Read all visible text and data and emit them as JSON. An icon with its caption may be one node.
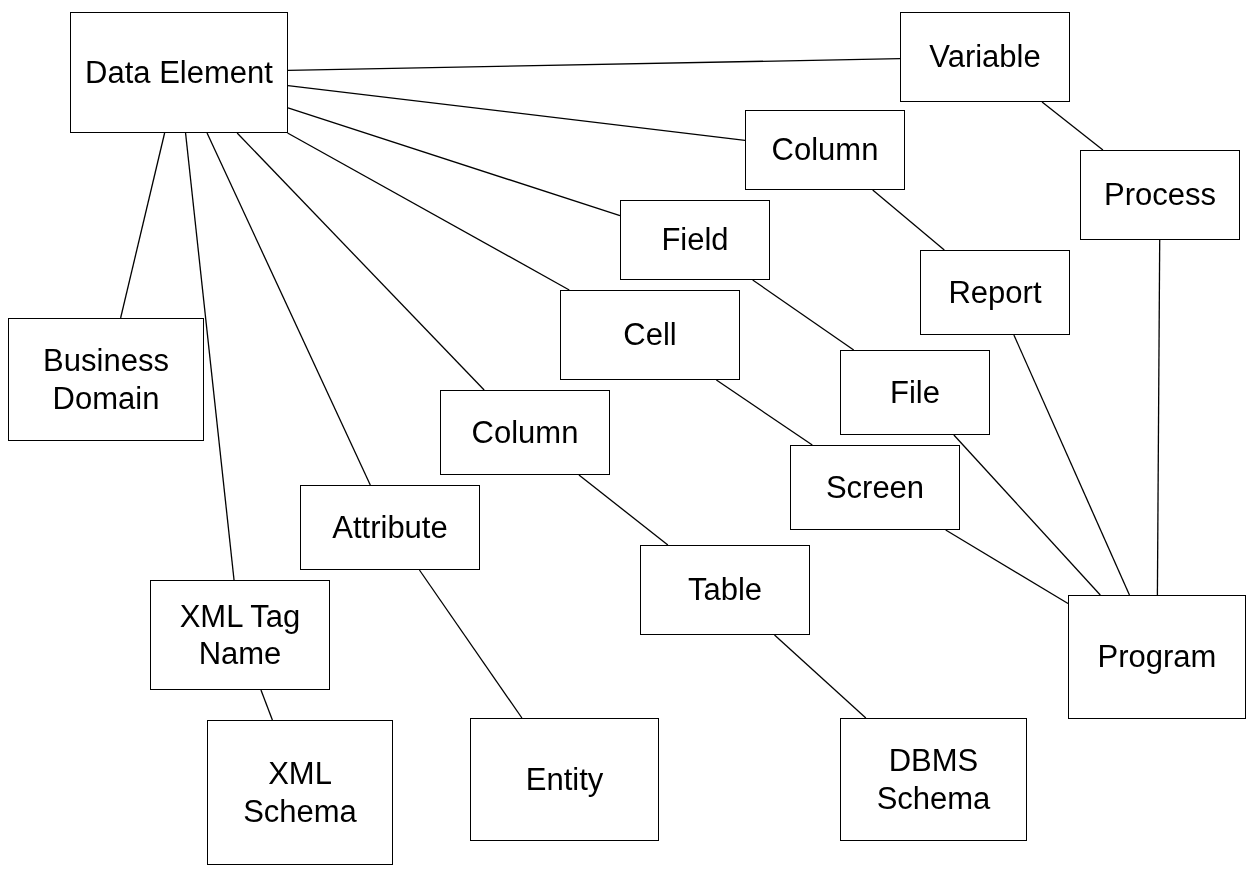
{
  "diagram": {
    "nodes": [
      {
        "text": [
          "Data Element"
        ]
      },
      {
        "text": [
          "Variable"
        ]
      },
      {
        "text": [
          "Column"
        ]
      },
      {
        "text": [
          "Process"
        ]
      },
      {
        "text": [
          "Field"
        ]
      },
      {
        "text": [
          "Report"
        ]
      },
      {
        "text": [
          "Business Domain"
        ]
      },
      {
        "text": [
          "Cell"
        ]
      },
      {
        "text": [
          "File"
        ]
      },
      {
        "text": [
          "Column"
        ]
      },
      {
        "text": [
          "Attribute"
        ]
      },
      {
        "text": [
          "Screen"
        ]
      },
      {
        "text": [
          "XML Tag Name"
        ]
      },
      {
        "text": [
          "Table"
        ]
      },
      {
        "text": [
          "Program"
        ]
      },
      {
        "text": [
          "XML Schema"
        ]
      },
      {
        "text": [
          "Entity"
        ]
      },
      {
        "text": [
          "DBMS Schema"
        ]
      }
    ],
    "edges": [
      {
        "from": 0,
        "to": 1,
        "arrow": "none"
      },
      {
        "from": 0,
        "to": 2,
        "arrow": "none"
      },
      {
        "from": 0,
        "to": 4,
        "arrow": "none"
      },
      {
        "from": 0,
        "to": 7,
        "arrow": "none"
      },
      {
        "from": 0,
        "to": 9,
        "arrow": "none"
      },
      {
        "from": 0,
        "to": 10,
        "arrow": "none"
      },
      {
        "from": 0,
        "to": 12,
        "arrow": "none"
      },
      {
        "from": 0,
        "to": 6,
        "arrow": "none"
      },
      {
        "from": 1,
        "to": 3,
        "arrow": "none"
      },
      {
        "from": 2,
        "to": 5,
        "arrow": "none"
      },
      {
        "from": 4,
        "to": 8,
        "arrow": "none"
      },
      {
        "from": 7,
        "to": 11,
        "arrow": "none"
      },
      {
        "from": 9,
        "to": 13,
        "arrow": "none"
      },
      {
        "from": 10,
        "to": 16,
        "arrow": "none"
      },
      {
        "from": 12,
        "to": 15,
        "arrow": "none"
      },
      {
        "from": 13,
        "to": 17,
        "arrow": "none"
      },
      {
        "from": 3,
        "to": 14,
        "arrow": "none"
      },
      {
        "from": 5,
        "to": 14,
        "arrow": "none"
      },
      {
        "from": 8,
        "to": 14,
        "arrow": "none"
      },
      {
        "from": 11,
        "to": 14,
        "arrow": "none"
      }
    ]
  }
}
